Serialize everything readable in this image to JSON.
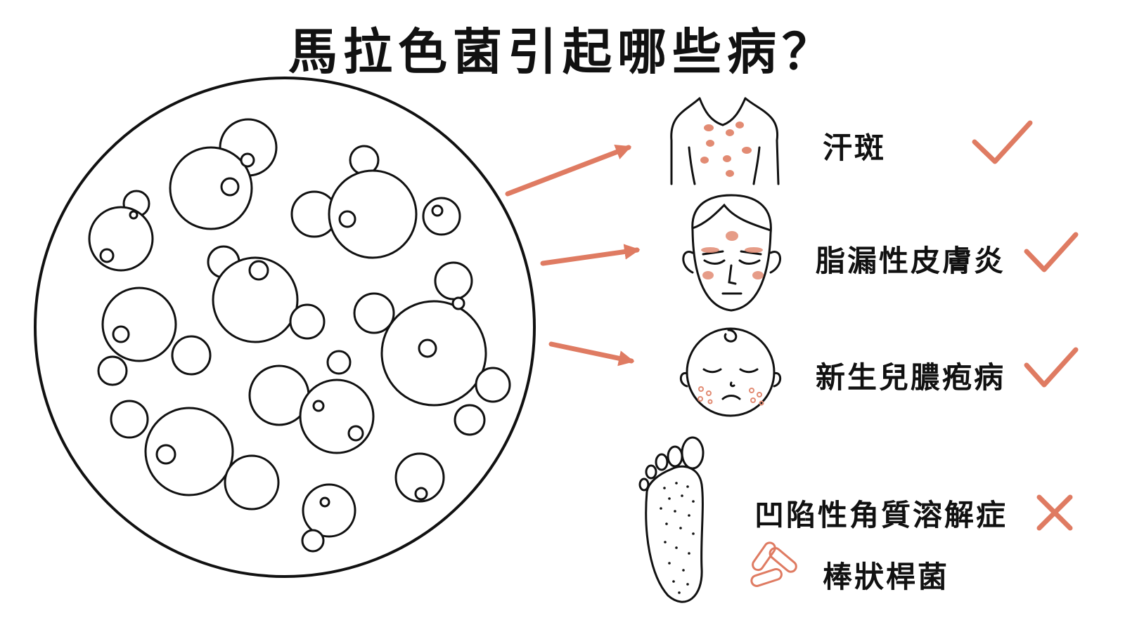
{
  "title": "馬拉色菌引起哪些病？",
  "colors": {
    "accent": "#df7b62",
    "ink": "#111111"
  },
  "diseases": [
    {
      "label": "汗斑",
      "icon": "chest-spots-icon",
      "mark": "check"
    },
    {
      "label": "脂漏性皮膚炎",
      "icon": "adult-face-icon",
      "mark": "check"
    },
    {
      "label": "新生兒膿疱病",
      "icon": "baby-face-icon",
      "mark": "check"
    },
    {
      "label": "凹陷性角質溶解症",
      "icon": "foot-sole-icon",
      "mark": "cross"
    }
  ],
  "note": {
    "label": "棒狀桿菌",
    "icon": "rod-bacteria-icon"
  }
}
